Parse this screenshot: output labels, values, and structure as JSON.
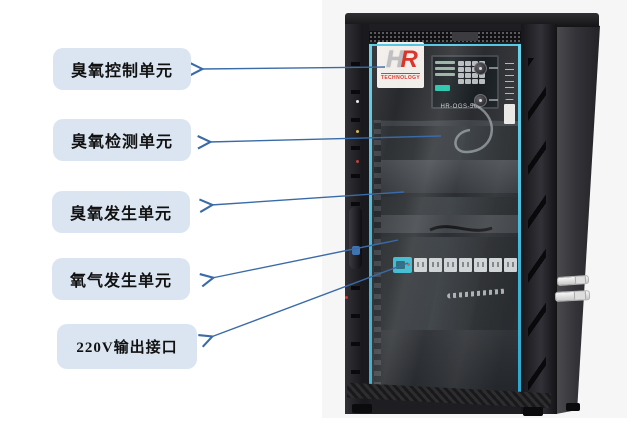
{
  "callouts": [
    {
      "id": "ozone-control-unit",
      "text": "臭氧控制单元"
    },
    {
      "id": "ozone-detection-unit",
      "text": "臭氧检测单元"
    },
    {
      "id": "ozone-generation-unit",
      "text": "臭氧发生单元"
    },
    {
      "id": "oxygen-generation-unit",
      "text": "氧气发生单元"
    },
    {
      "id": "220v-output-port",
      "text": "220V输出接口"
    }
  ],
  "cabinet": {
    "brand_logo": {
      "text": "HR",
      "subtext": "TECHNOLOGY"
    },
    "model_label": "HR-OGS-500",
    "power_strip": {
      "outlet_count": 7
    }
  },
  "colors": {
    "label_bg": "#dbe5f1",
    "label_text": "#111111",
    "arrow": "#3a6ba8",
    "door_trim": "#45c3e4",
    "logo_red": "#d93025",
    "power_switch": "#2fb6ce",
    "photo_bg": "#f6f6f6"
  }
}
